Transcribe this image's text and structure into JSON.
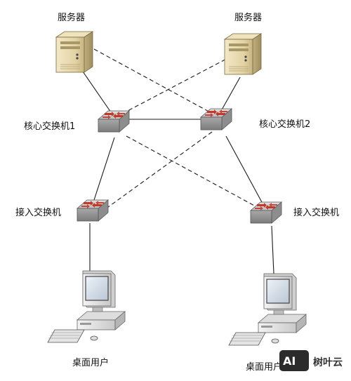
{
  "labels": {
    "server_left": "服务器",
    "server_right": "服务器",
    "core_switch_1": "核心交换机1",
    "core_switch_2": "核心交换机2",
    "access_switch_left": "接入交换机",
    "access_switch_right": "接入交换机",
    "desktop_user_left": "桌面用户",
    "desktop_user_right": "桌面用户"
  },
  "watermark": {
    "badge": "AI",
    "text": "树叶云"
  },
  "colors": {
    "line": "#1a1a1a",
    "server_body": "#e8d9b0",
    "switch_arrows": "#c0392b",
    "switch_body": "#b8b8b8",
    "monitor_screen": "#dfe6ee"
  }
}
